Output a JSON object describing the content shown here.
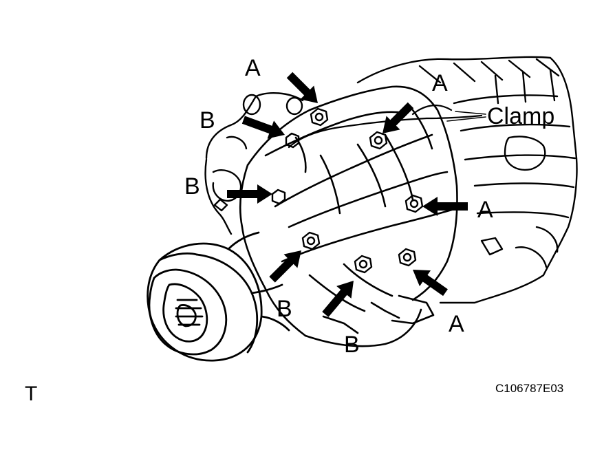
{
  "figure": {
    "labels": {
      "a1": "A",
      "a2": "A",
      "a3": "A",
      "a4": "A",
      "b1": "B",
      "b2": "B",
      "b3": "B",
      "b4": "B",
      "clamp": "Clamp"
    },
    "corner_mark": "T",
    "drawing_code": "C106787E03"
  }
}
